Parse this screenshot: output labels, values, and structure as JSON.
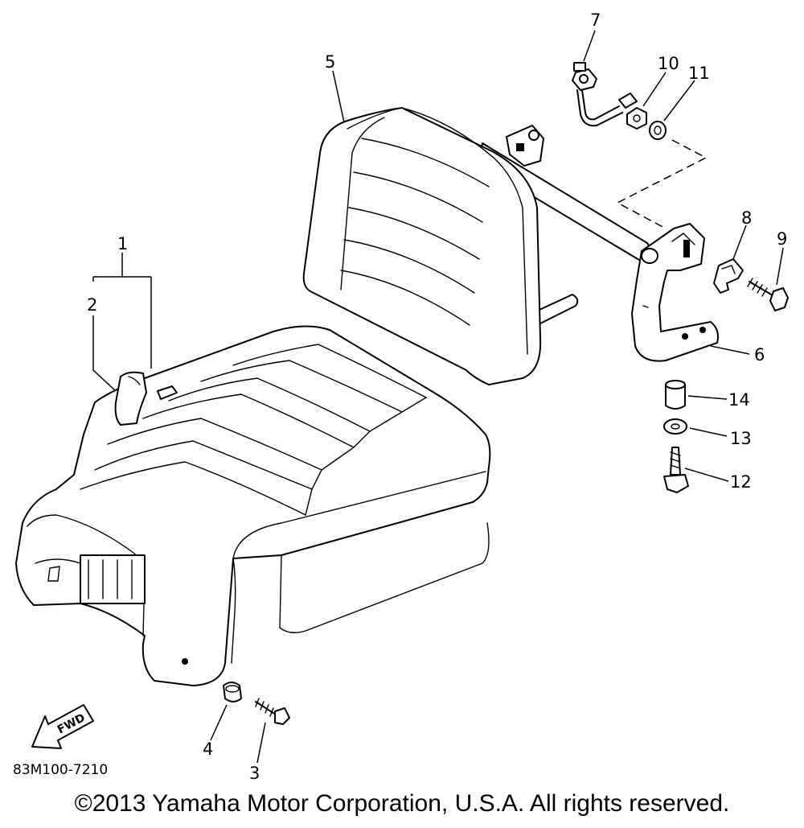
{
  "diagram": {
    "callouts": [
      {
        "id": "1",
        "label": "1"
      },
      {
        "id": "2",
        "label": "2"
      },
      {
        "id": "3",
        "label": "3"
      },
      {
        "id": "4",
        "label": "4"
      },
      {
        "id": "5",
        "label": "5"
      },
      {
        "id": "6",
        "label": "6"
      },
      {
        "id": "7",
        "label": "7"
      },
      {
        "id": "8",
        "label": "8"
      },
      {
        "id": "9",
        "label": "9"
      },
      {
        "id": "10",
        "label": "10"
      },
      {
        "id": "11",
        "label": "11"
      },
      {
        "id": "12",
        "label": "12"
      },
      {
        "id": "13",
        "label": "13"
      },
      {
        "id": "14",
        "label": "14"
      }
    ],
    "fwd_arrow_text": "FWD",
    "drawing_number": "83M100-7210"
  },
  "footer": {
    "copyright": "©2013 Yamaha Motor Corporation, U.S.A. All rights reserved."
  }
}
